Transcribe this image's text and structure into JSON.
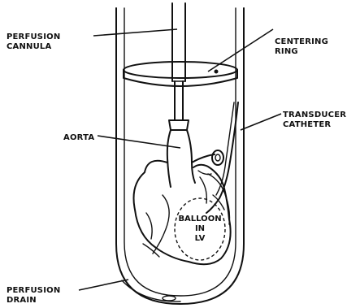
{
  "labels": {
    "perfusion_cannula": [
      "PERFUSION",
      "CANNULA"
    ],
    "centering_ring": [
      "CENTERING",
      "RING"
    ],
    "transducer_catheter": [
      "TRANSDUCER",
      "CATHETER"
    ],
    "aorta": "AORTA",
    "balloon_in_lv": [
      "BALLOON",
      "IN",
      "LV"
    ],
    "perfusion_drain": [
      "PERFUSION",
      "DRAIN"
    ]
  }
}
